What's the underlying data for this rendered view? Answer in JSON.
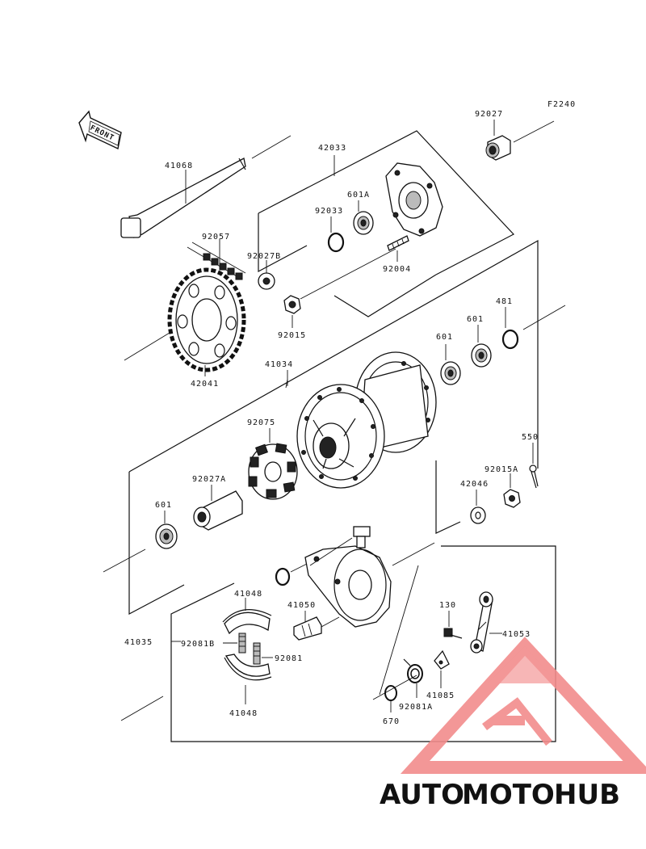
{
  "figure": {
    "code": "F2240",
    "front_label": "FRONT"
  },
  "labels": {
    "p41068": "41068",
    "p92057": "92057",
    "p92027B": "92027B",
    "p42041": "42041",
    "p92015": "92015",
    "p42033": "42033",
    "p92033": "92033",
    "p601A": "601A",
    "p92004": "92004",
    "p92027": "92027",
    "p41034": "41034",
    "p601a": "601",
    "p601b": "601",
    "p481": "481",
    "p92075": "92075",
    "p92027A": "92027A",
    "p601c": "601",
    "p550": "550",
    "p92015A": "92015A",
    "p42046": "42046",
    "p41048a": "41048",
    "p41050": "41050",
    "p41035": "41035",
    "p92081B": "92081B",
    "p92081": "92081",
    "p41048b": "41048",
    "p130": "130",
    "p41053": "41053",
    "p41085": "41085",
    "p92081A": "92081A",
    "p670": "670"
  },
  "watermark": {
    "part1": "AUTO",
    "part2": "MOTO",
    "part3": "HUB"
  },
  "colors": {
    "orange": "#f5a623",
    "red": "#ee3b3b",
    "grey": "#555555",
    "triangle": "#f28c8c"
  }
}
